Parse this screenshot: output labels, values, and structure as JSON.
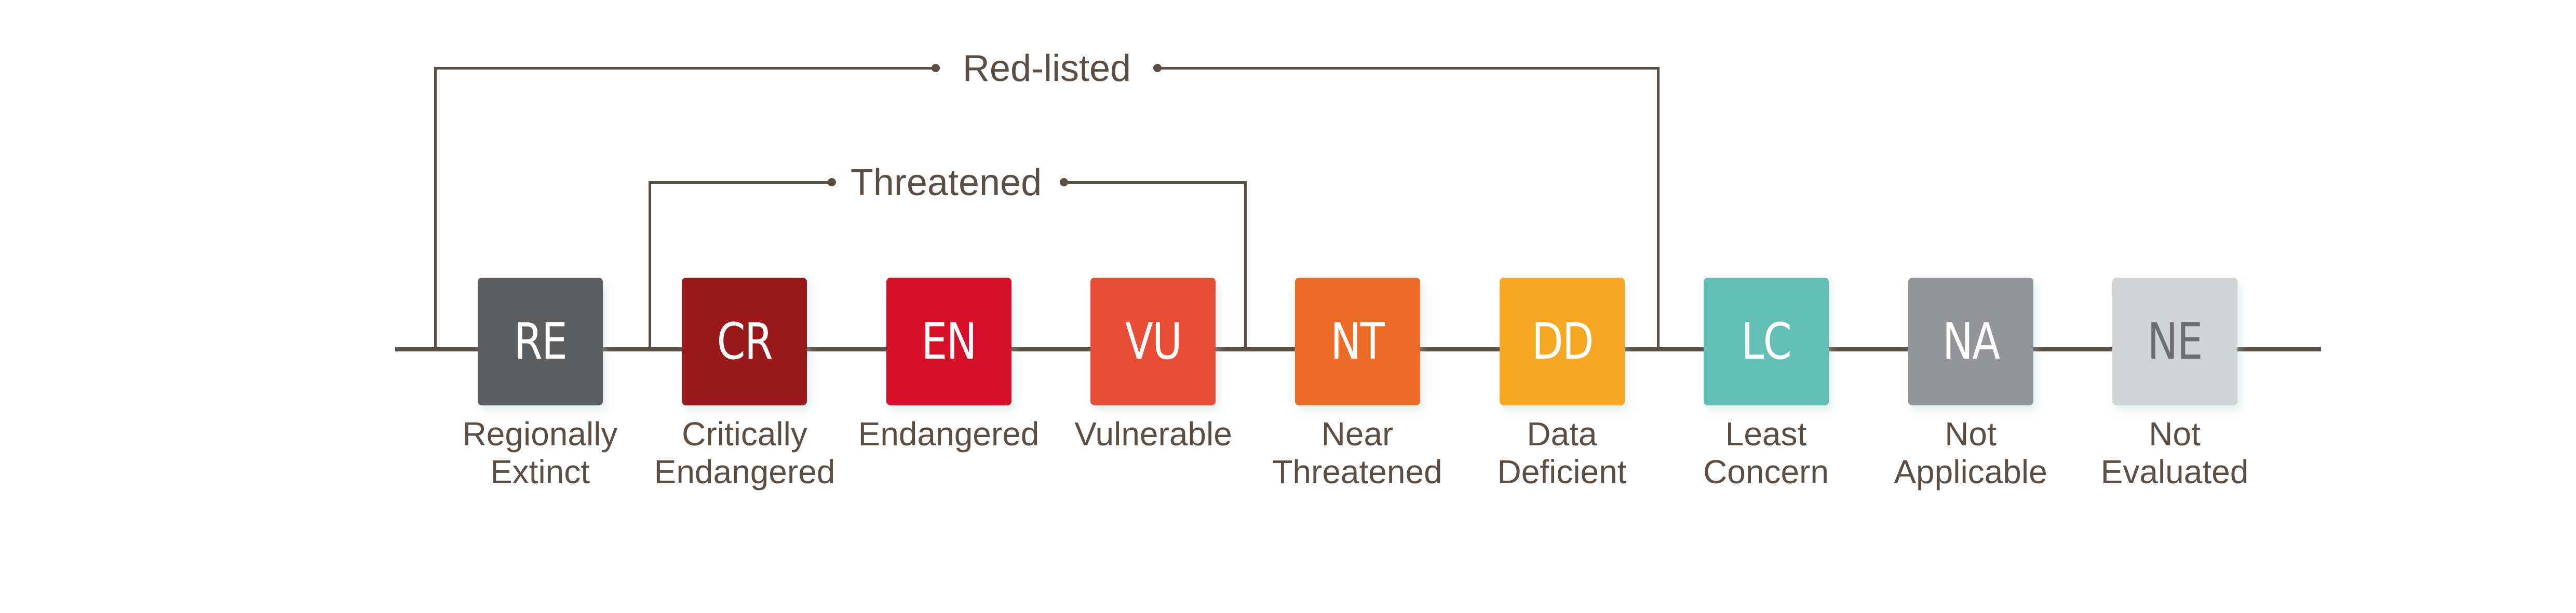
{
  "groups": {
    "red_listed": {
      "label": "Red-listed",
      "spans": [
        "RE",
        "CR",
        "EN",
        "VU",
        "NT",
        "DD"
      ]
    },
    "threatened": {
      "label": "Threatened",
      "spans": [
        "CR",
        "EN",
        "VU"
      ]
    }
  },
  "line_color": "#5a4f46",
  "categories": [
    {
      "code": "RE",
      "name_line1": "Regionally",
      "name_line2": "Extinct",
      "color": "#5d5e60",
      "text_color": "#ffffff"
    },
    {
      "code": "CR",
      "name_line1": "Critically",
      "name_line2": "Endangered",
      "color": "#99191a",
      "text_color": "#ffffff"
    },
    {
      "code": "EN",
      "name_line1": "Endangered",
      "name_line2": "",
      "color": "#d71029",
      "text_color": "#ffffff"
    },
    {
      "code": "VU",
      "name_line1": "Vulnerable",
      "name_line2": "",
      "color": "#e84e35",
      "text_color": "#ffffff"
    },
    {
      "code": "NT",
      "name_line1": "Near",
      "name_line2": "Threatened",
      "color": "#ec6c27",
      "text_color": "#ffffff"
    },
    {
      "code": "DD",
      "name_line1": "Data",
      "name_line2": "Deficient",
      "color": "#f5a623",
      "text_color": "#ffffff"
    },
    {
      "code": "LC",
      "name_line1": "Least",
      "name_line2": "Concern",
      "color": "#62bfb3",
      "text_color": "#ffffff"
    },
    {
      "code": "NA",
      "name_line1": "Not",
      "name_line2": "Applicable",
      "color": "#939598",
      "text_color": "#ffffff"
    },
    {
      "code": "NE",
      "name_line1": "Not",
      "name_line2": "Evaluated",
      "color": "#d1d3d4",
      "text_color": "#6d6e71"
    }
  ]
}
